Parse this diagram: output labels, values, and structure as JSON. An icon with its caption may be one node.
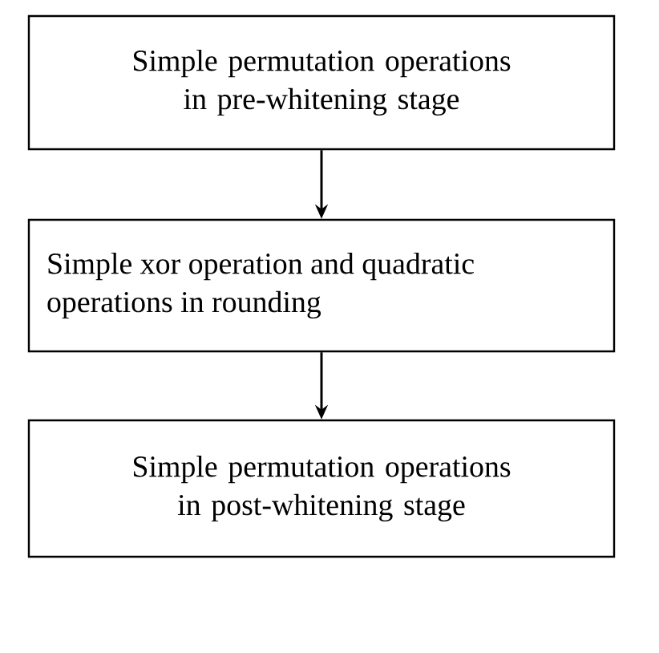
{
  "diagram": {
    "nodes": [
      {
        "text": [
          "Simple permutation operations in pre-whitening stage"
        ]
      },
      {
        "text": [
          "Simple xor operation and quadratic operations in rounding"
        ]
      },
      {
        "text": [
          "Simple permutation operations in post-whitening stage"
        ]
      }
    ],
    "edges": [
      {
        "from": 0,
        "to": 1,
        "arrow": "to"
      },
      {
        "from": 1,
        "to": 2,
        "arrow": "to"
      }
    ]
  }
}
